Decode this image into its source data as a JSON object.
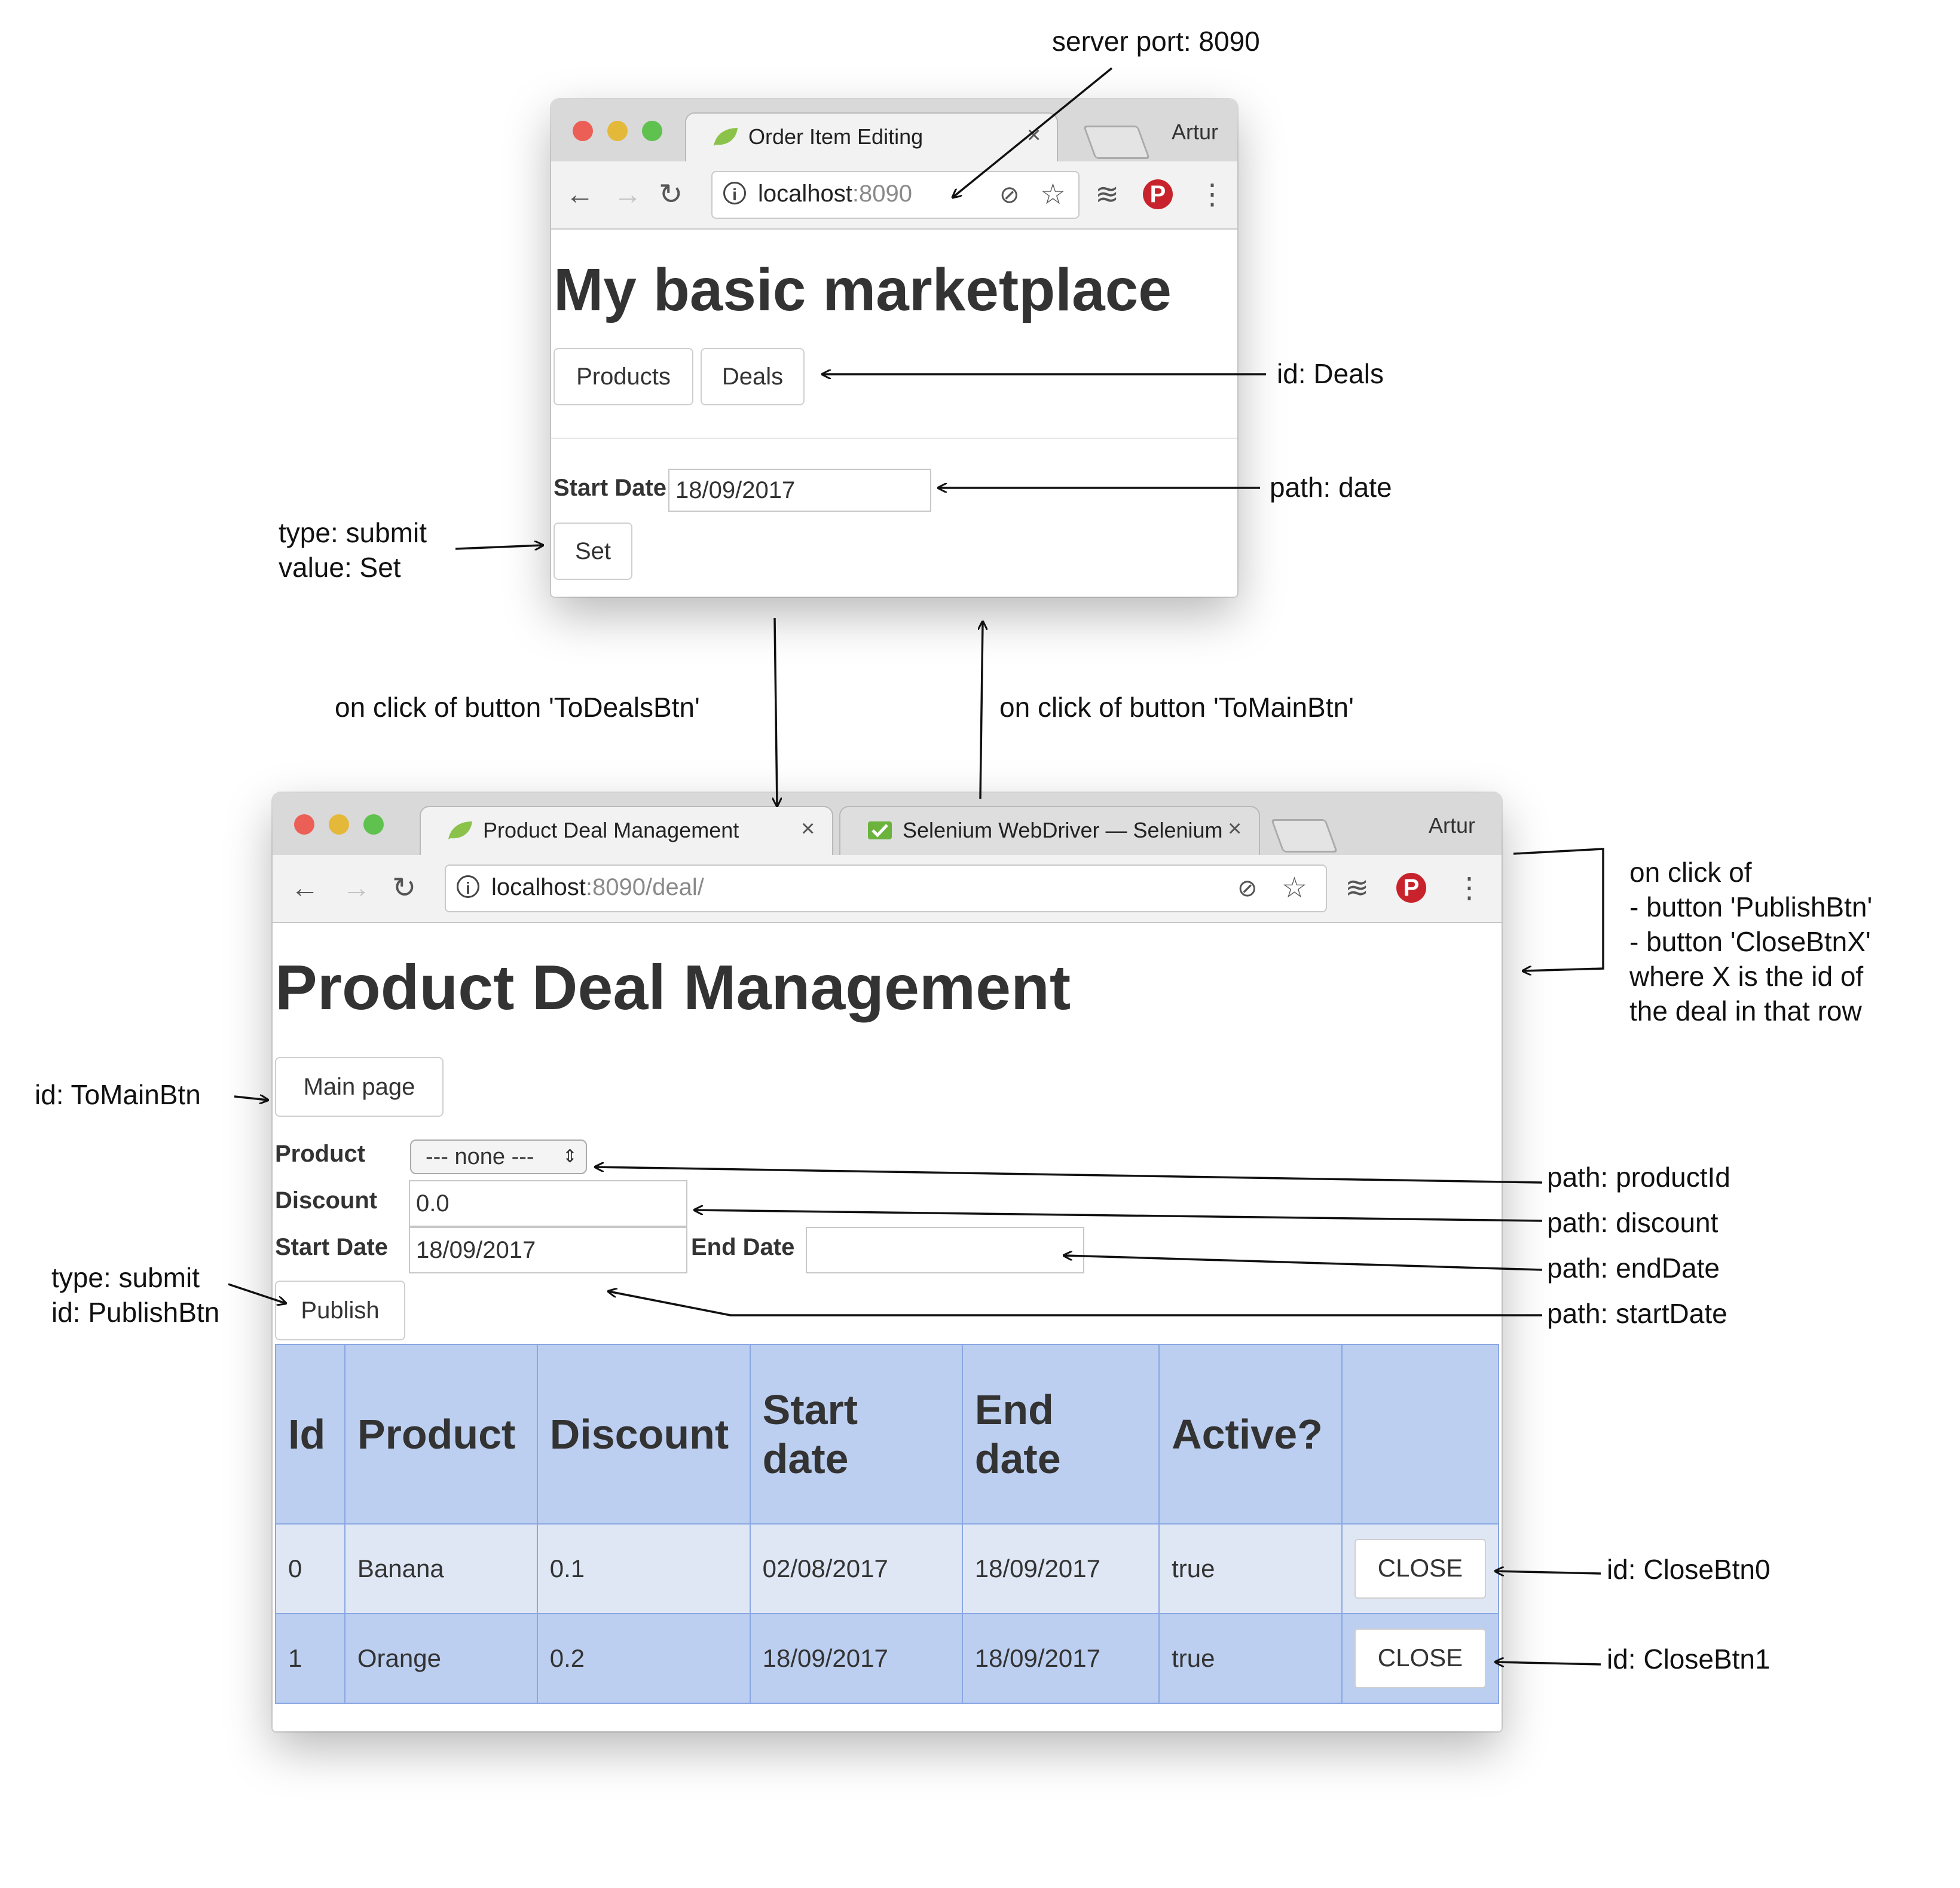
{
  "annotations": {
    "server_port": "server port: 8090",
    "deals_id": "id: Deals",
    "date_path": "path: date",
    "set_type": "type: submit",
    "set_value": "value: Set",
    "to_deals": "on click of button 'ToDealsBtn'",
    "to_main": "on click of button 'ToMainBtn'",
    "reload_lines": [
      "on click of",
      "- button 'PublishBtn'",
      "- button 'CloseBtnX'",
      "where X is the id of",
      "the deal in that row"
    ],
    "to_main_id": "id: ToMainBtn",
    "product_path": "path: productId",
    "discount_path": "path: discount",
    "enddate_path": "path: endDate",
    "startdate_path": "path: startDate",
    "publish_type": "type: submit",
    "publish_id": "id: PublishBtn",
    "close0_id": "id: CloseBtn0",
    "close1_id": "id: CloseBtn1"
  },
  "window1": {
    "tab_title": "Order Item Editing",
    "profile": "Artur",
    "url_host": "localhost",
    "url_port": ":8090",
    "heading": "My basic marketplace",
    "products_button": "Products",
    "deals_button": "Deals",
    "start_date_label": "Start Date",
    "start_date_value": "18/09/2017",
    "set_button": "Set"
  },
  "window2": {
    "tab1_title": "Product Deal Management",
    "tab2_title": "Selenium WebDriver — Selenium",
    "profile": "Artur",
    "url_host": "localhost",
    "url_port": ":8090/deal/",
    "heading": "Product Deal Management",
    "main_page_button": "Main page",
    "product_label": "Product",
    "product_selected": "--- none ---",
    "discount_label": "Discount",
    "discount_value": "0.0",
    "start_date_label": "Start Date",
    "start_date_value": "18/09/2017",
    "end_date_label": "End Date",
    "end_date_value": "",
    "publish_button": "Publish",
    "table": {
      "headers": [
        "Id",
        "Product",
        "Discount",
        "Start date",
        "End date",
        "Active?",
        ""
      ],
      "rows": [
        {
          "id": "0",
          "product": "Banana",
          "discount": "0.1",
          "start": "02/08/2017",
          "end": "18/09/2017",
          "active": "true",
          "action": "CLOSE"
        },
        {
          "id": "1",
          "product": "Orange",
          "discount": "0.2",
          "start": "18/09/2017",
          "end": "18/09/2017",
          "active": "true",
          "action": "CLOSE"
        }
      ]
    }
  },
  "colors": {
    "table_header_bg": "#bccff0",
    "table_row_even_bg": "#dfe7f5",
    "table_border": "#8aa7e4",
    "close_dot": "#ec5f57",
    "minimize_dot": "#e4b93a",
    "zoom_dot": "#5fc14e"
  }
}
